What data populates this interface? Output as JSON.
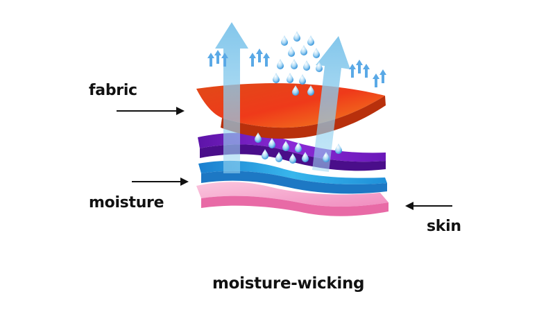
{
  "labels": {
    "fabric": "fabric",
    "moisture": "moisture",
    "skin": "skin"
  },
  "caption": "moisture-wicking",
  "colors": {
    "fabric_layer": "#e8471c",
    "fabric_edge": "#b52e0e",
    "moisture_layer": "#7a1fc4",
    "moisture_edge": "#4e0f8c",
    "inner_layer": "#2aa6e0",
    "inner_edge": "#146ea6",
    "skin_layer": "#f39ac6",
    "skin_edge": "#e36fa8",
    "arrow": "#8fd0f0",
    "droplet": "#5aa9e6",
    "pointer": "#111111"
  },
  "icons": [
    "upward-arrow-icon",
    "water-droplet-icon",
    "pointer-arrow-icon"
  ]
}
